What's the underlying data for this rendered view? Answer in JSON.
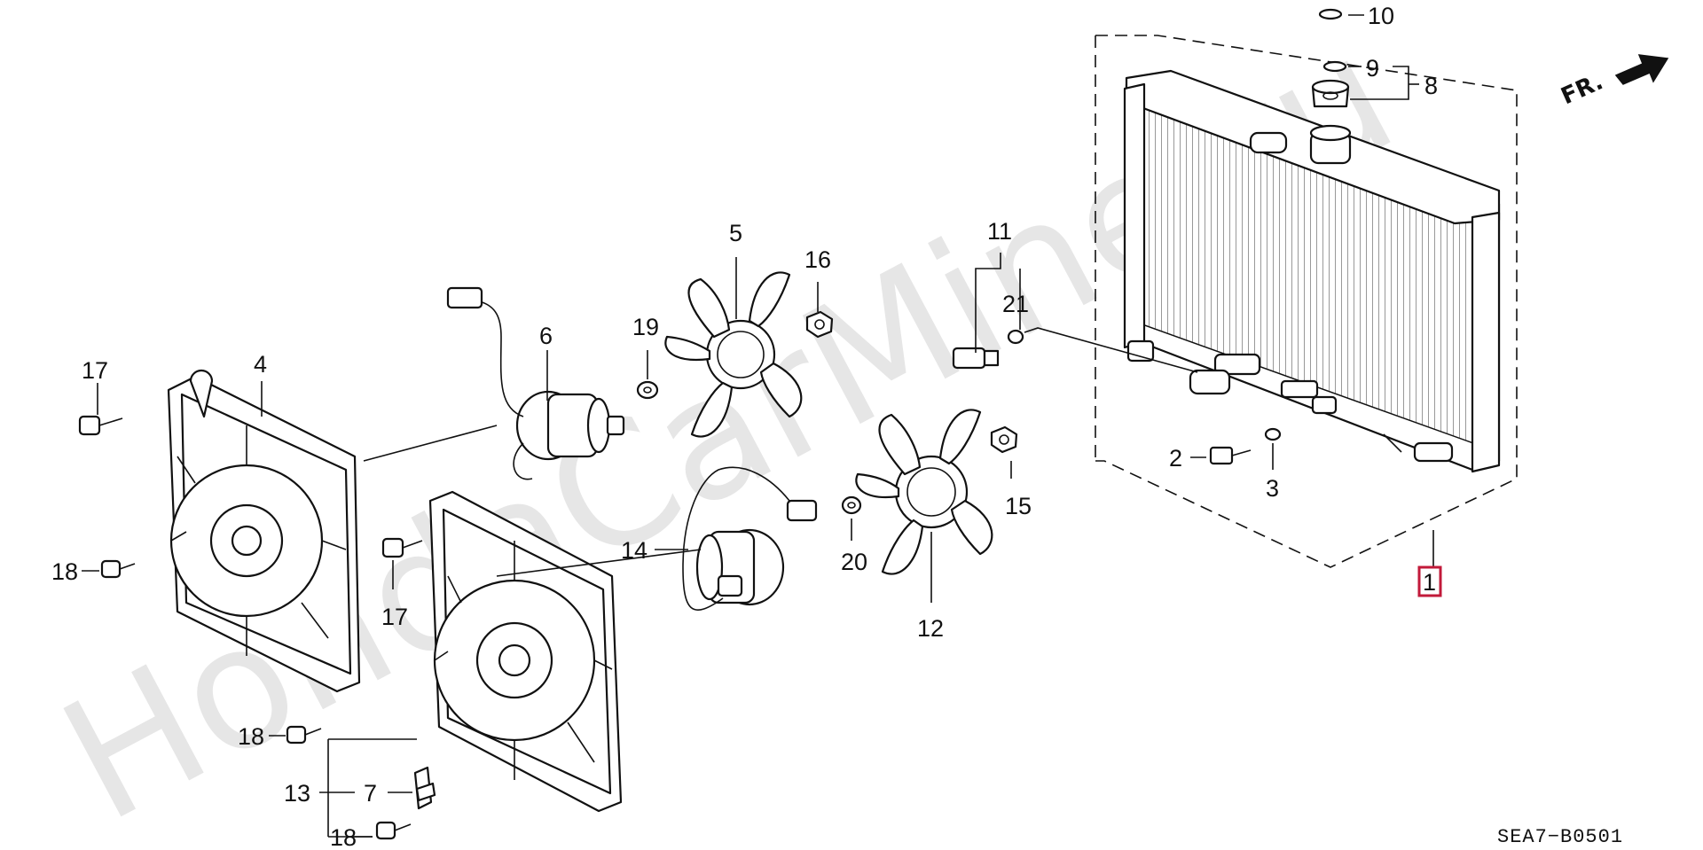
{
  "diagram": {
    "watermark": "HondaCarMine.ru",
    "direction_label": "FR.",
    "diagram_code": "SEA7−B0501",
    "labels": {
      "p1": "1",
      "p2": "2",
      "p3": "3",
      "p4": "4",
      "p5": "5",
      "p6": "6",
      "p7": "7",
      "p8": "8",
      "p9": "9",
      "p10": "10",
      "p11": "11",
      "p12": "12",
      "p13": "13",
      "p14": "14",
      "p15": "15",
      "p16": "16",
      "p17a": "17",
      "p17b": "17",
      "p18a": "18",
      "p18b": "18",
      "p18c": "18",
      "p19": "19",
      "p20": "20",
      "p21": "21"
    },
    "highlighted_part": "1",
    "colors": {
      "line": "#111111",
      "highlight": "#c21a3a",
      "watermark": "#e6e6e6"
    }
  }
}
